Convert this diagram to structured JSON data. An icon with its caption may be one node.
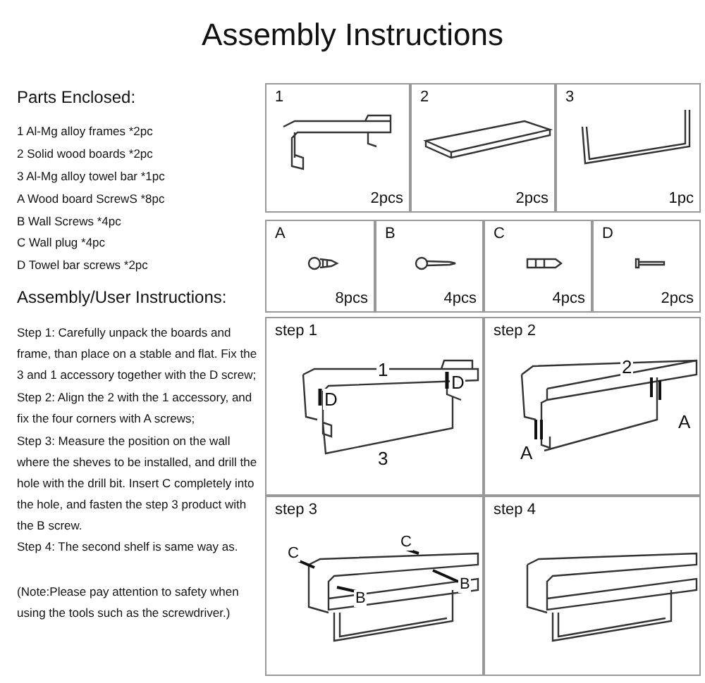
{
  "diagram": {
    "title": "Assembly Instructions",
    "labels": [
      "Parts Enclosed:",
      "1 Al-Mg alloy frames *2pc",
      "2 Solid wood boards *2pc",
      "3 Al-Mg alloy towel bar *1pc",
      "A Wood board ScrewS *8pc",
      "B Wall Screws *4pc",
      "C Wall plug *4pc",
      "D Towel bar screws *2pc",
      "Assembly/User Instructions:",
      "Step 1:  Carefully unpack the boards and frame, than place on a stable and flat. Fix the 3 and 1 accessory together with the D screw;",
      "Step 2:  Align the 2 with the 1 accessory, and fix the four corners with A screws;",
      "Step 3:  Measure the position on the wall where the sheves to be installed, and drill the hole with the drill bit. Insert C completely into the hole, and fasten the step 3 product with the B screw.",
      "Step 4: The second shelf is same way as.",
      "(Note:Please pay attention to safety when using the tools such as the screwdriver.)",
      "1",
      "2pcs",
      "2",
      "2pcs",
      "3",
      "1pc",
      "A",
      "8pcs",
      "B",
      "4pcs",
      "C",
      "4pcs",
      "D",
      "2pcs",
      "step 1",
      "1",
      "D",
      "D",
      "3",
      "step 2",
      "2",
      "A",
      "A",
      "step 3",
      "C",
      "C",
      "B",
      "B",
      "step 4"
    ]
  }
}
